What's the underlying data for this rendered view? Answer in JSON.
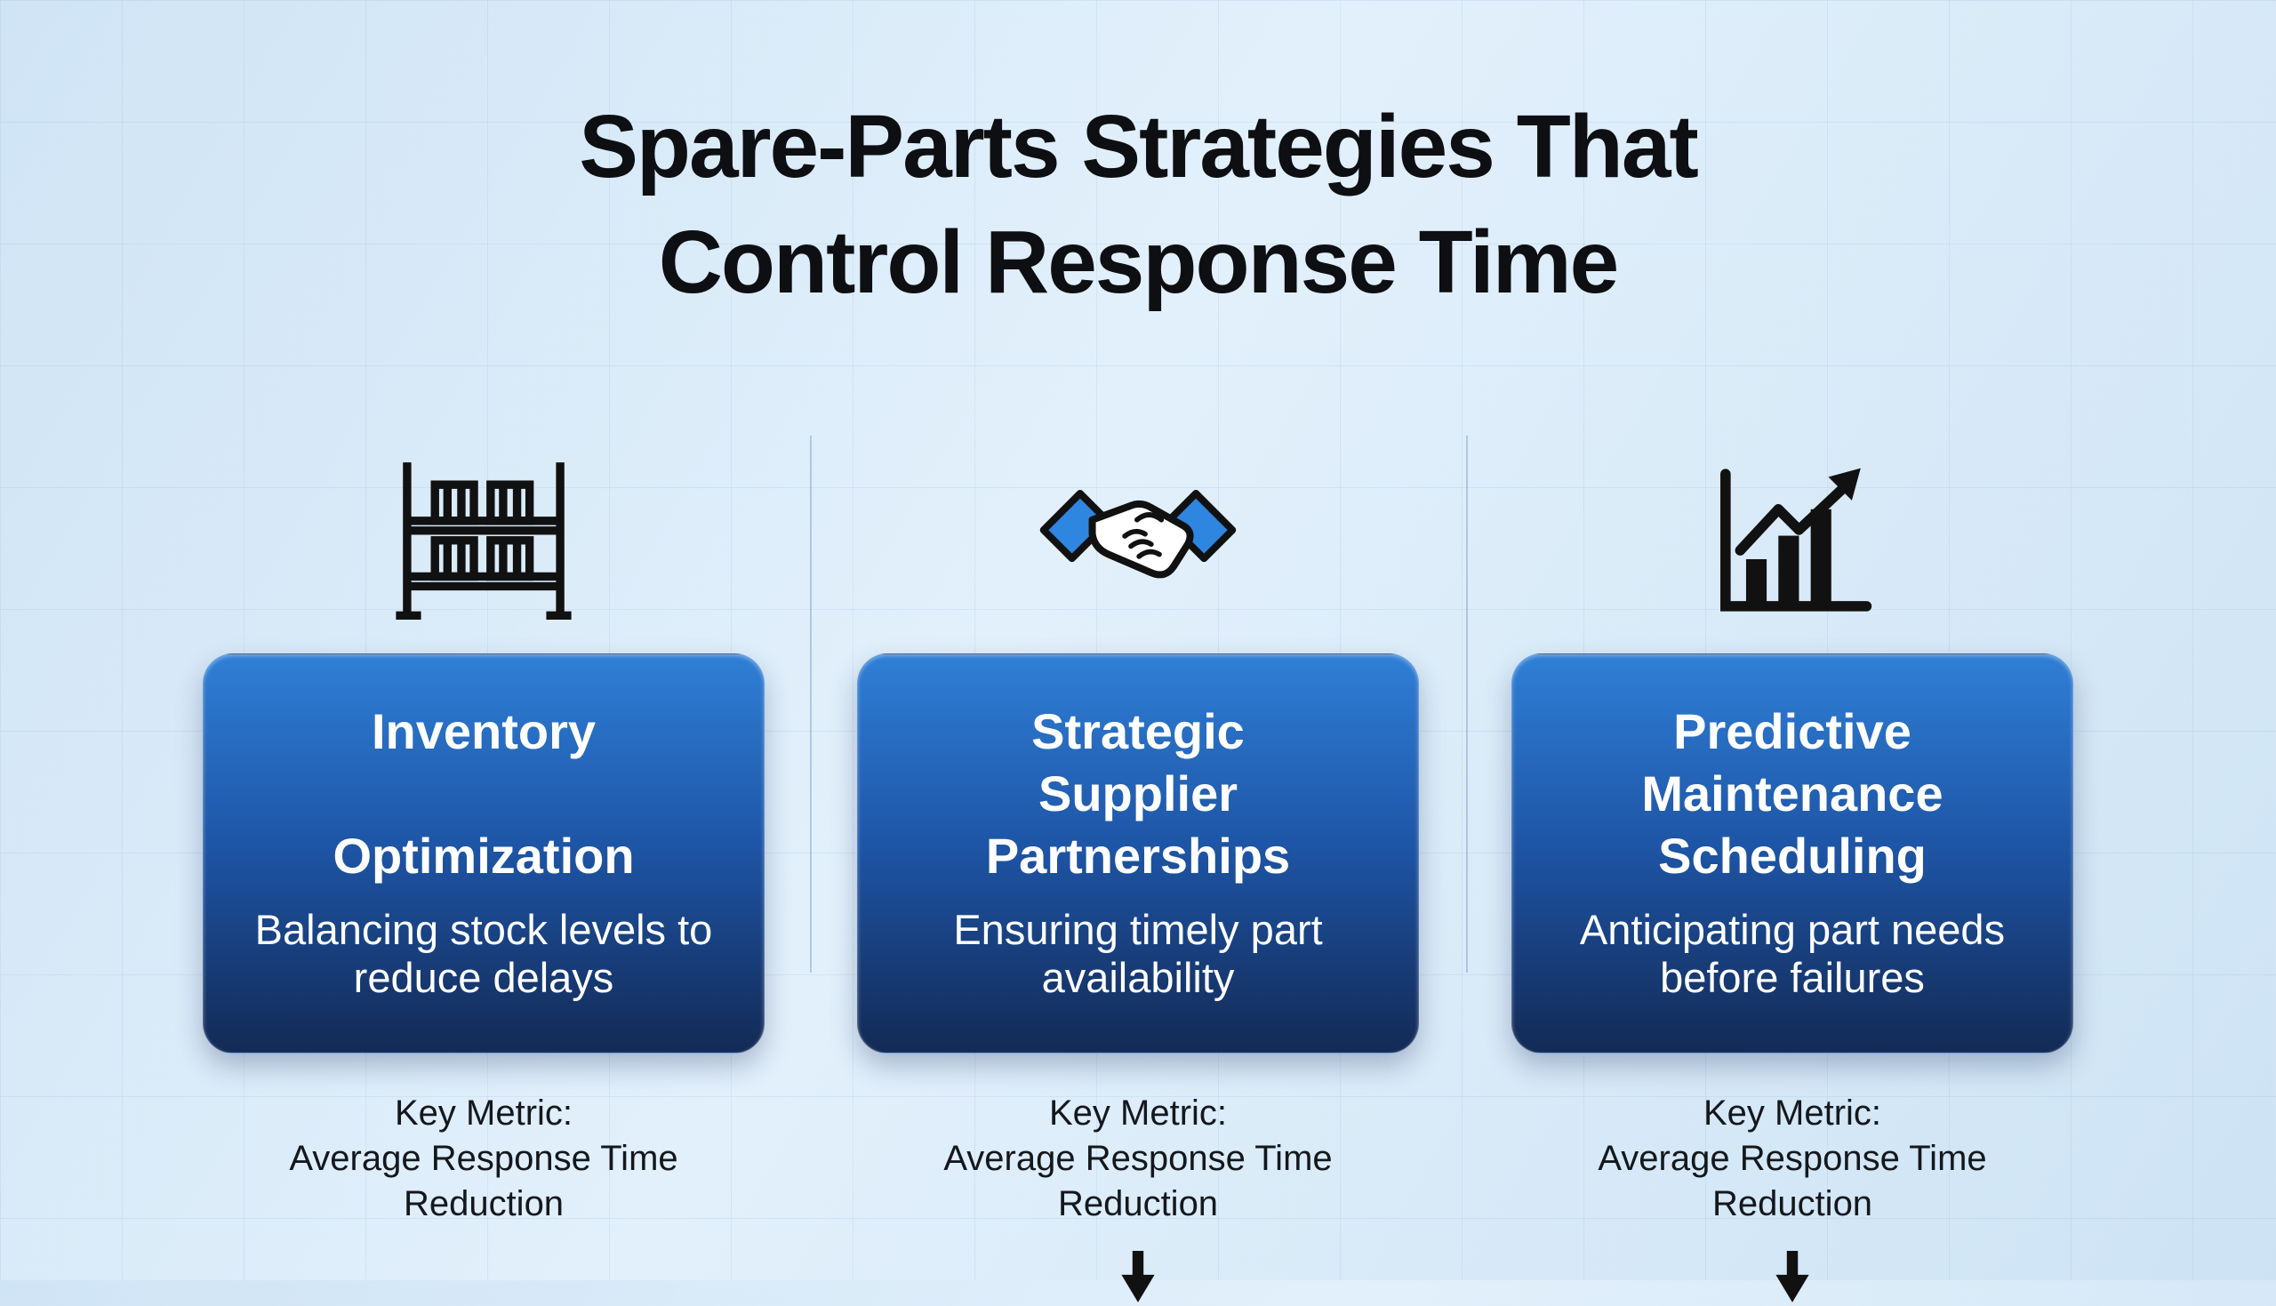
{
  "title": {
    "line1": "Spare-Parts Strategies That",
    "line2": "Control Response Time"
  },
  "columns": [
    {
      "icon": "inventory-rack-icon",
      "title_lines": [
        "Inventory",
        "Optimization"
      ],
      "subtitle": "Balancing stock levels to reduce delays",
      "key_metric_label": "Key Metric:",
      "key_metric_value": "Average Response Time Reduction",
      "arrow": false
    },
    {
      "icon": "handshake-icon",
      "title_lines": [
        "Strategic",
        "Supplier",
        "Partnerships"
      ],
      "subtitle": "Ensuring timely part availability",
      "key_metric_label": "Key Metric:",
      "key_metric_value": "Average Response Time Reduction",
      "arrow": true
    },
    {
      "icon": "growth-chart-icon",
      "title_lines": [
        "Predictive",
        "Maintenance",
        "Scheduling"
      ],
      "subtitle": "Anticipating part needs before failures",
      "key_metric_label": "Key Metric:",
      "key_metric_value": "Average Response Time Reduction",
      "arrow": true
    }
  ],
  "colors": {
    "background_top": "#cfe4f5",
    "background_mid": "#e2f0fb",
    "card_gradient_top": "#2f7fd6",
    "card_gradient_bottom": "#132a55",
    "accent_blue": "#2e86e0",
    "icon_black": "#111111",
    "text_dark": "#14181d",
    "text_white": "#ffffff"
  }
}
